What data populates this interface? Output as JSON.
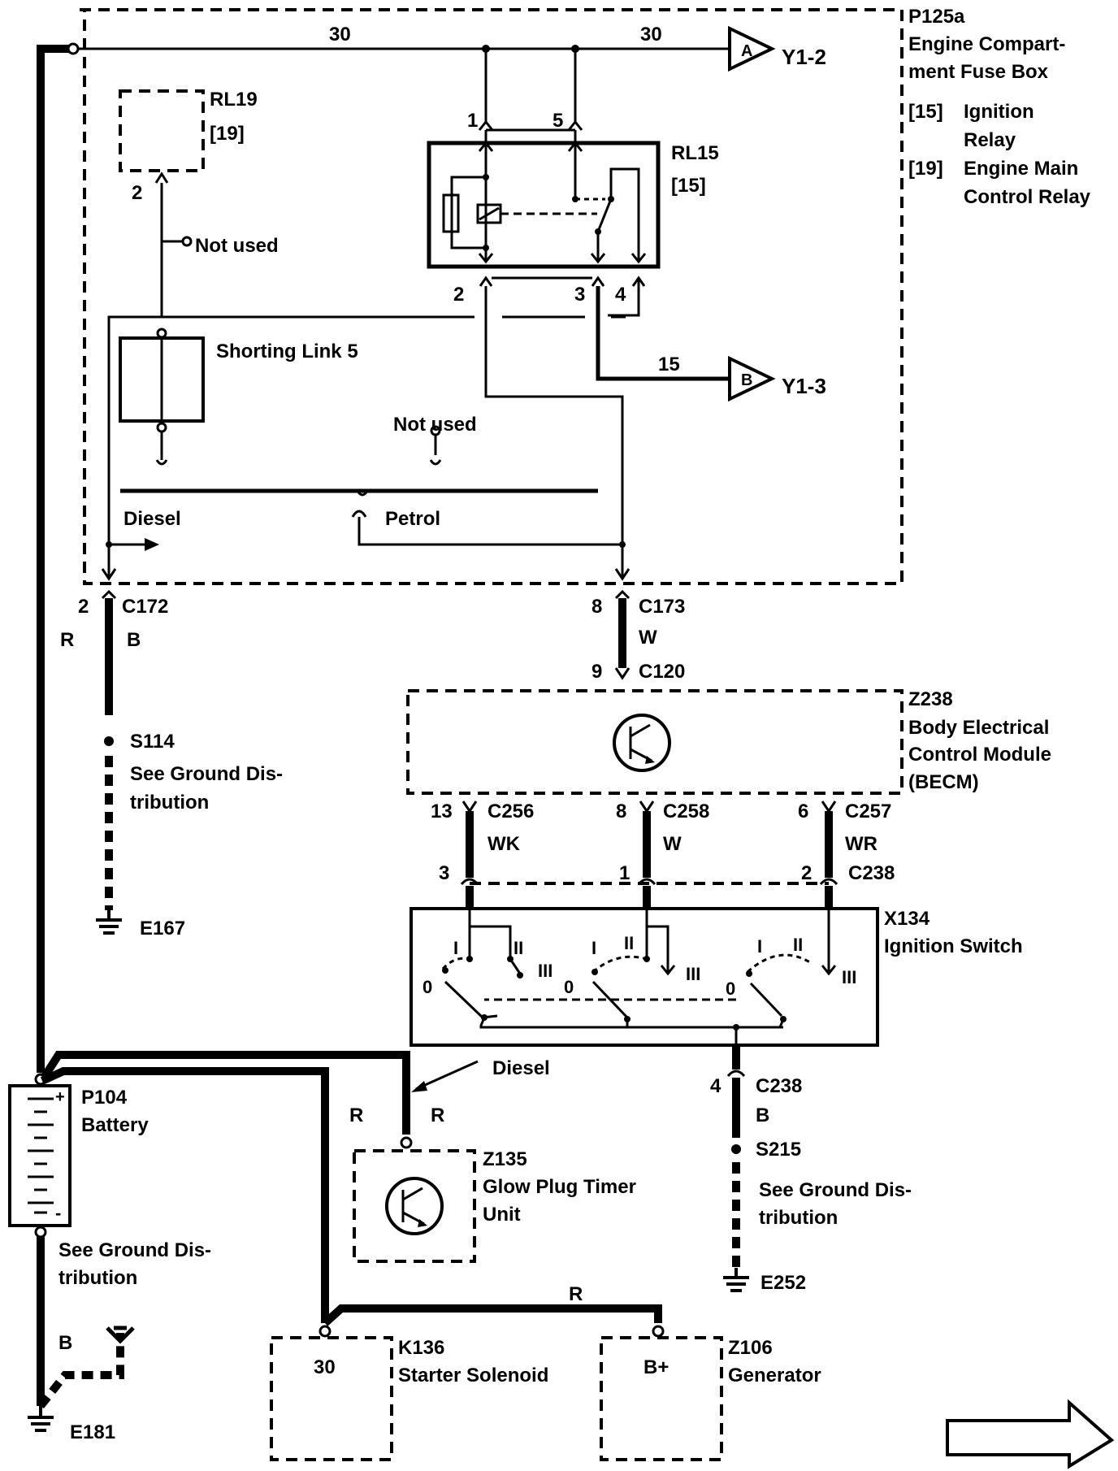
{
  "fuse_box": {
    "id": "P125a",
    "name_line1": "Engine Compart-",
    "name_line2": "ment Fuse Box",
    "legend": [
      {
        "num": "[15]",
        "line1": "Ignition",
        "line2": "Relay"
      },
      {
        "num": "[19]",
        "line1": "Engine Main",
        "line2": "Control Relay"
      }
    ]
  },
  "wires": {
    "top_left": "30",
    "top_right": "30",
    "out_15": "15",
    "r_left": "R",
    "b_left": "B",
    "w_c173": "W",
    "wk": "WK",
    "w_c258": "W",
    "wr": "WR",
    "r_glow_left": "R",
    "r_glow_right": "R",
    "b_c238": "B",
    "r_bottom": "R",
    "b_e181": "B"
  },
  "offpage": {
    "a": {
      "letter": "A",
      "ref": "Y1-2"
    },
    "b": {
      "letter": "B",
      "ref": "Y1-3"
    }
  },
  "rl19": {
    "id": "RL19",
    "fuse": "[19]",
    "pin": "2",
    "not_used": "Not used"
  },
  "rl15": {
    "id": "RL15",
    "fuse": "[15]",
    "pins": {
      "p1": "1",
      "p5": "5",
      "p2": "2",
      "p3": "3",
      "p4": "4"
    }
  },
  "shorting_link": {
    "label": "Shorting Link 5",
    "not_used": "Not used"
  },
  "variants": {
    "diesel": "Diesel",
    "petrol": "Petrol"
  },
  "connectors": {
    "c172": {
      "pin": "2",
      "id": "C172"
    },
    "c173": {
      "pin": "8",
      "id": "C173"
    },
    "c120": {
      "pin": "9",
      "id": "C120"
    },
    "c256": {
      "pin": "13",
      "id": "C256"
    },
    "c258": {
      "pin": "8",
      "id": "C258"
    },
    "c257": {
      "pin": "6",
      "id": "C257"
    },
    "c238_pins": [
      "3",
      "1",
      "2"
    ],
    "c238_id": "C238",
    "c238_bottom": {
      "pin": "4",
      "id": "C238"
    }
  },
  "splices": {
    "s114": {
      "id": "S114",
      "line1": "See Ground Dis-",
      "line2": "tribution"
    },
    "s215": {
      "id": "S215",
      "line1": "See Ground Dis-",
      "line2": "tribution"
    }
  },
  "grounds": {
    "e167": "E167",
    "e252": "E252",
    "e181": "E181"
  },
  "becm": {
    "id": "Z238",
    "line1": "Body Electrical",
    "line2": "Control Module",
    "line3": "(BECM)"
  },
  "ignition_switch": {
    "id": "X134",
    "name": "Ignition Switch",
    "positions": [
      "0",
      "I",
      "II",
      "III"
    ]
  },
  "battery": {
    "id": "P104",
    "name": "Battery",
    "ground_line1": "See Ground Dis-",
    "ground_line2": "tribution",
    "plus": "+",
    "minus": "-"
  },
  "glow_plug": {
    "id": "Z135",
    "line1": "Glow Plug Timer",
    "line2": "Unit",
    "diesel": "Diesel"
  },
  "starter": {
    "id": "K136",
    "name": "Starter Solenoid",
    "terminal": "30"
  },
  "generator": {
    "id": "Z106",
    "name": "Generator",
    "terminal": "B+"
  }
}
